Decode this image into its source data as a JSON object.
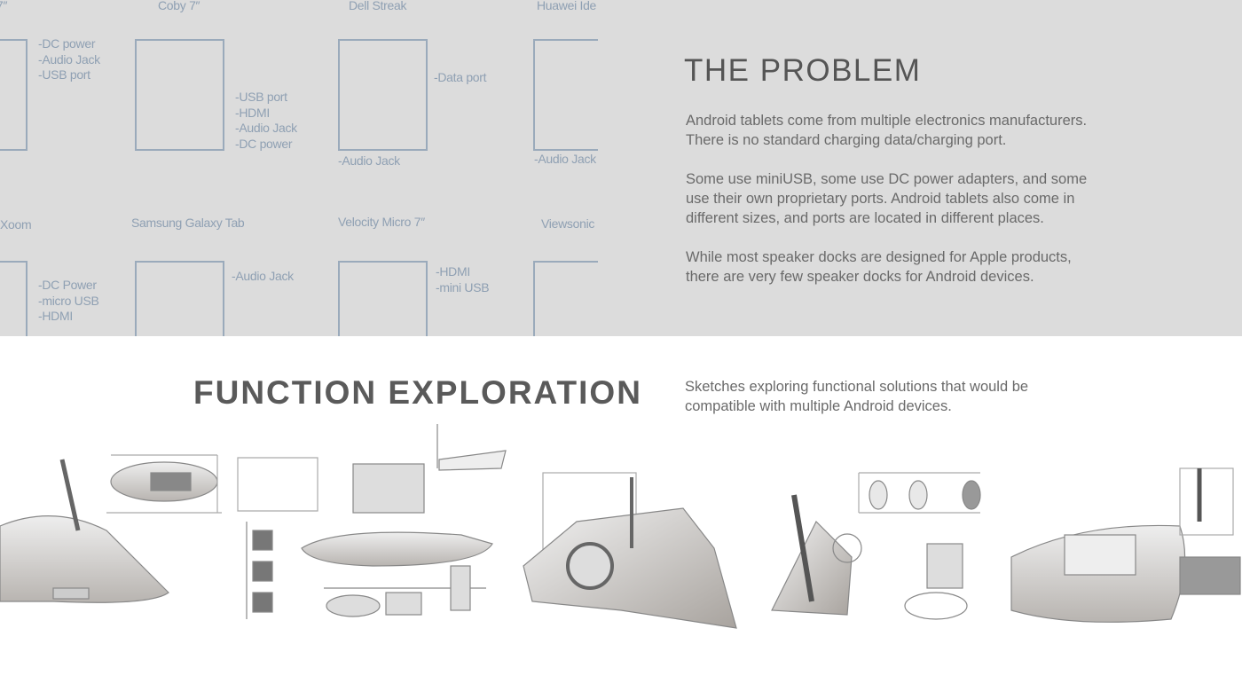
{
  "devices": [
    {
      "name": "7″",
      "ports": [
        "-DC power",
        "-Audio Jack",
        "-USB port"
      ]
    },
    {
      "name": "Coby 7″",
      "ports": [
        "-USB port",
        "-HDMI",
        "-Audio Jack",
        "-DC power"
      ]
    },
    {
      "name": "Dell Streak",
      "ports": [
        "-Data port"
      ],
      "ports_below": [
        "-Audio Jack"
      ]
    },
    {
      "name": "Huawei Ide",
      "ports_below": [
        "-Audio Jack"
      ]
    },
    {
      "name": "Xoom",
      "ports": [
        "-DC Power",
        "-micro USB",
        "-HDMI"
      ]
    },
    {
      "name": "Samsung Galaxy Tab",
      "ports": [
        "-Audio Jack"
      ]
    },
    {
      "name": "Velocity Micro 7″",
      "ports": [
        "-HDMI",
        "-mini USB"
      ]
    },
    {
      "name": "Viewsonic"
    }
  ],
  "problem": {
    "title": "THE PROBLEM",
    "paragraphs": [
      [
        "Android tablets come from multiple electronics manufacturers.",
        "There is no standard charging data/charging port."
      ],
      [
        "Some use miniUSB, some use DC power adapters, and some",
        "use their own proprietary ports. Android tablets also come in",
        "different sizes, and ports are located in different places."
      ],
      [
        "While most speaker docks are designed for Apple products,",
        "there are very few speaker docks for Android devices."
      ]
    ]
  },
  "function": {
    "title": "FUNCTION EXPLORATION",
    "description": [
      "Sketches exploring functional solutions that would be",
      "compatible with multiple Android devices."
    ]
  },
  "colors": {
    "top_bg": "#dcdcdc",
    "diagram": "#9aaabb",
    "heading": "#555555",
    "body": "#6a6a6a"
  }
}
